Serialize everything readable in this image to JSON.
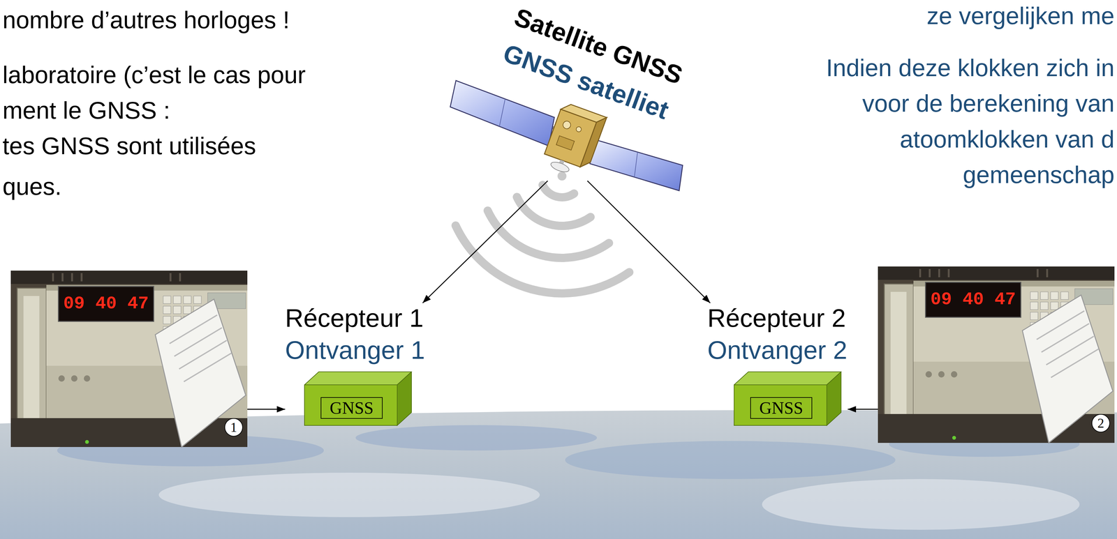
{
  "diagram": {
    "nodes": [
      {
        "text": [
          "Satellite GNSS",
          "GNSS satelliet"
        ]
      },
      {
        "text": [
          "09 40 47",
          "1"
        ]
      },
      {
        "text": [
          "Récepteur 1",
          "Ontvanger 1",
          "GNSS"
        ]
      },
      {
        "text": [
          "Récepteur 2",
          "Ontvanger 2",
          "GNSS"
        ]
      },
      {
        "text": [
          "09 40 47",
          "2"
        ]
      }
    ],
    "edges": [
      {
        "from": 0,
        "to": 2,
        "arrow": "to"
      },
      {
        "from": 0,
        "to": 3,
        "arrow": "to"
      },
      {
        "from": 1,
        "to": 2,
        "arrow": "to"
      },
      {
        "from": 4,
        "to": 3,
        "arrow": "to"
      }
    ],
    "labels": [
      "nombre d’autres horloges !",
      "laboratoire (c’est le cas pour",
      "ment le GNSS :",
      "tes GNSS sont utilisées",
      "ques.",
      "ze vergelijken me",
      "Indien deze klokken zich in",
      "voor de berekening van",
      "atoomklokken van d",
      "gemeenschap"
    ]
  }
}
